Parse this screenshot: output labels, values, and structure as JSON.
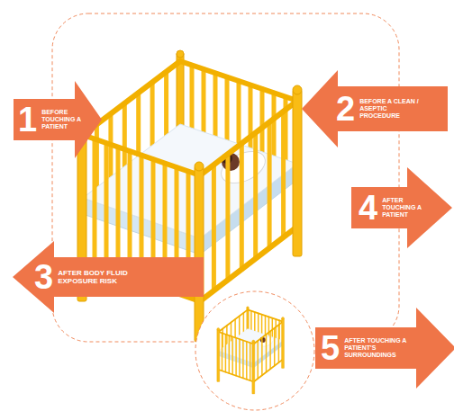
{
  "diagram": {
    "nodes": [
      {
        "text": [
          "1",
          "BEFORE TOUCHING A PATIENT"
        ]
      },
      {
        "text": [
          "2",
          "BEFORE A CLEAN / ASEPTIC PROCEDURE"
        ]
      },
      {
        "text": [
          "4",
          "AFTER TOUCHING A PATIENT"
        ]
      },
      {
        "text": [
          "3",
          "AFTER BODY FLUID EXPOSURE RISK"
        ]
      },
      {
        "text": [
          "5",
          "AFTER TOUCHING A PATIENT'S SURROUNDINGS"
        ]
      }
    ]
  }
}
